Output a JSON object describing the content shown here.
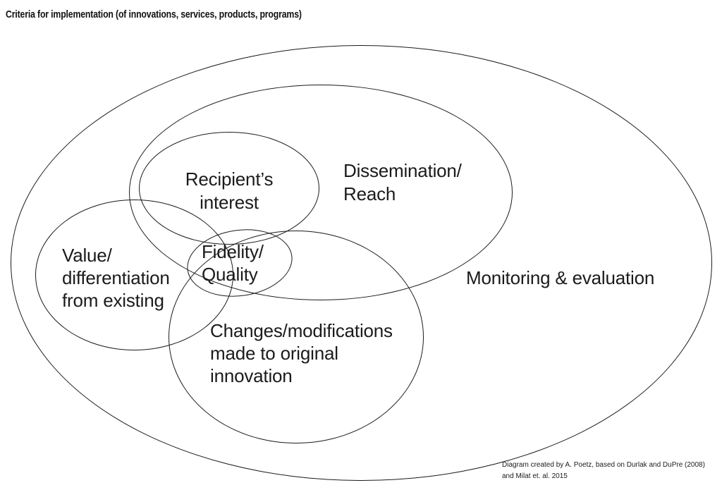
{
  "title": "Criteria for implementation (of innovations, services, products, programs)",
  "diagram": {
    "type": "euler-diagram",
    "background_color": "#ffffff",
    "stroke_color": "#1b1b1b",
    "text_color": "#1b1b1b",
    "sets": {
      "monitoring": {
        "label": "Monitoring & evaluation"
      },
      "dissemination": {
        "label": "Dissemination/\nReach"
      },
      "recipient": {
        "label": "Recipient’s\ninterest"
      },
      "value": {
        "label": "Value/\ndifferentiation\nfrom existing"
      },
      "fidelity": {
        "label": "Fidelity/\nQuality"
      },
      "changes": {
        "label": "Changes/modifications\nmade to original\ninnovation"
      }
    },
    "containment_notes": "Outer set: Monitoring & evaluation. Dissemination/Reach contains Recipient’s interest. Fidelity/Quality sits at the overlap of Recipient’s interest, Value/differentiation, Dissemination/Reach and Changes/modifications."
  },
  "attribution": "Diagram created by A. Poetz, based on Durlak and DuPre (2008)\nand Milat et. al. 2015"
}
